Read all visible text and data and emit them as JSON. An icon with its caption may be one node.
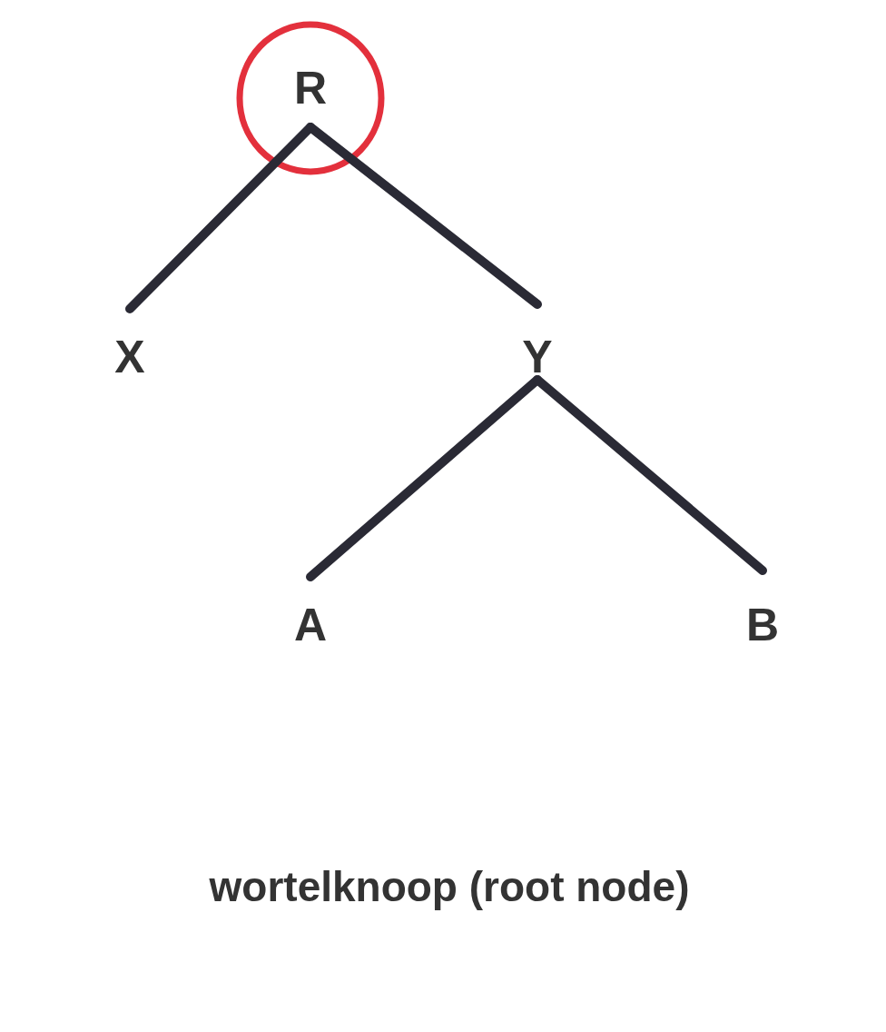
{
  "diagram": {
    "caption": "wortelknoop (root node)",
    "nodes": [
      {
        "text": [
          "R"
        ]
      },
      {
        "text": [
          "X"
        ]
      },
      {
        "text": [
          "Y"
        ]
      },
      {
        "text": [
          "A"
        ]
      },
      {
        "text": [
          "B"
        ]
      }
    ],
    "edges": [
      {
        "from": 0,
        "to": 1,
        "arrow": "none"
      },
      {
        "from": 0,
        "to": 2,
        "arrow": "none"
      },
      {
        "from": 2,
        "to": 3,
        "arrow": "none"
      },
      {
        "from": 2,
        "to": 4,
        "arrow": "none"
      }
    ]
  }
}
